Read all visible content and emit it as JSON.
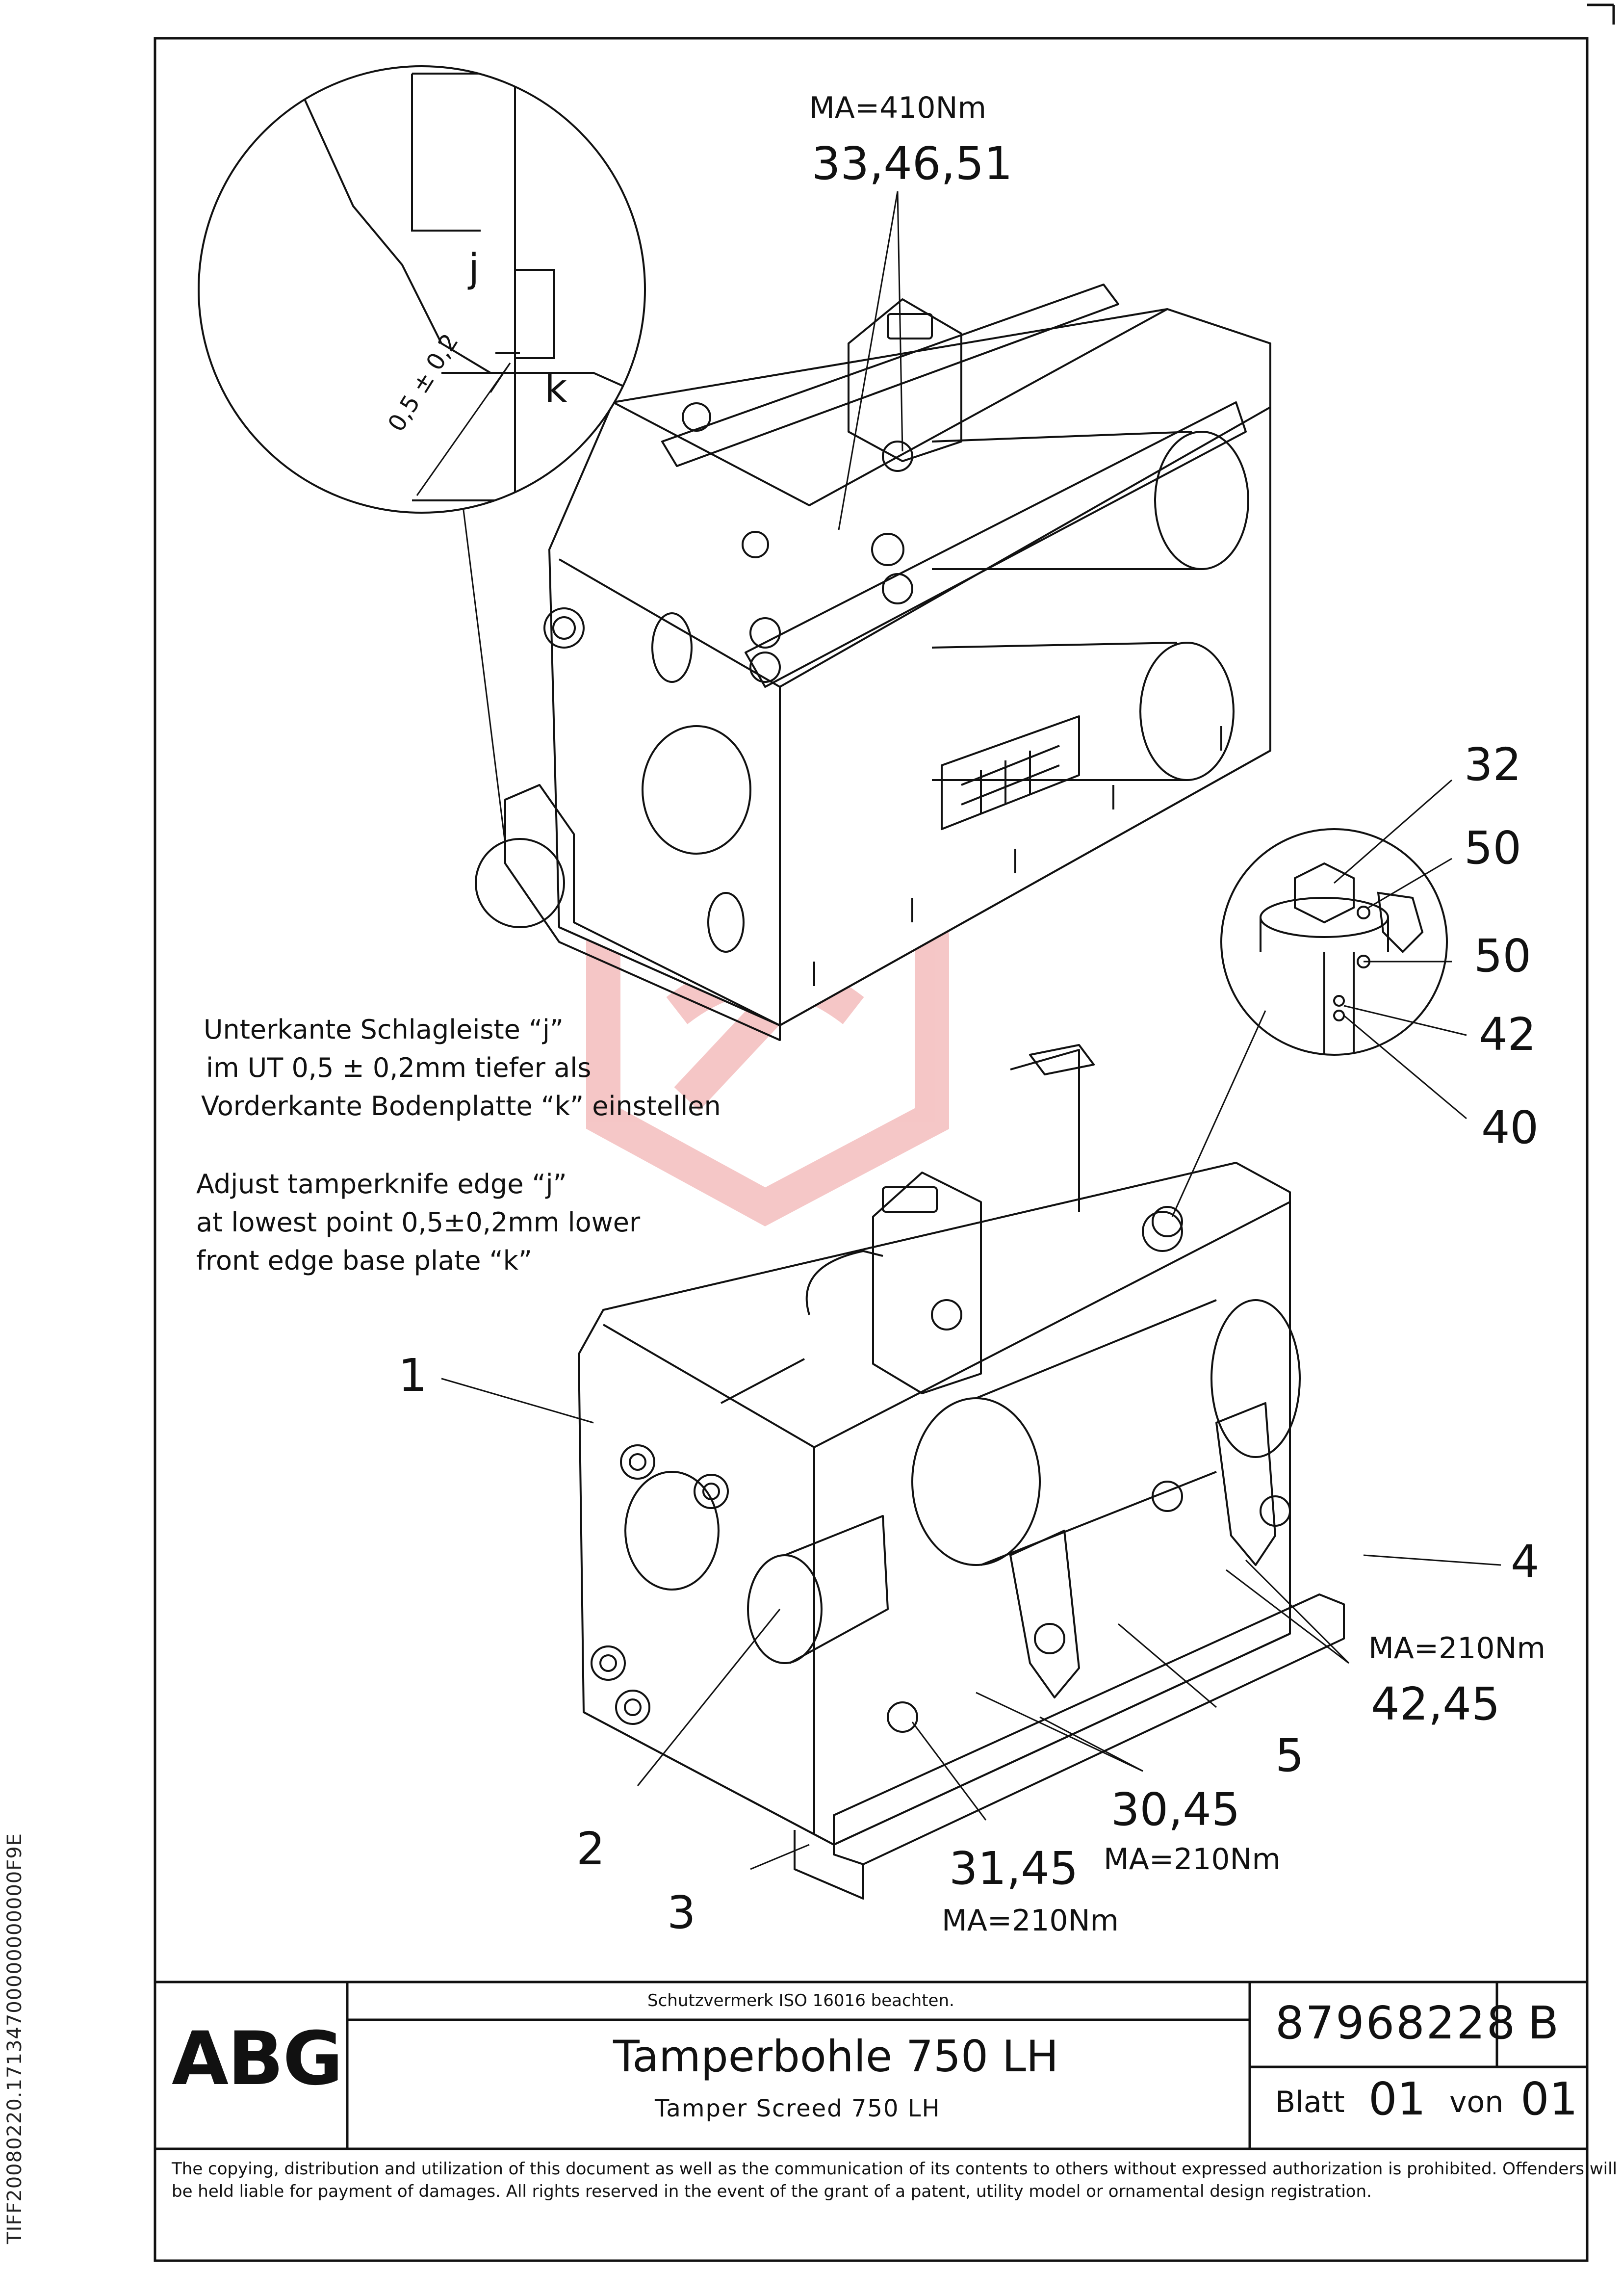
{
  "side_code": "TIFF20080220.17134700000000000F9E",
  "callouts": {
    "torque_410": "MA=410Nm",
    "items_33_46_51": "33,46,51",
    "detail_j": "j",
    "detail_k": "k",
    "detail_tol": "0,5 ± 0,2",
    "item_32": "32",
    "item_50a": "50",
    "item_50b": "50",
    "item_42": "42",
    "item_40": "40",
    "item_1": "1",
    "item_4": "4",
    "torque_210_a": "MA=210Nm",
    "items_42_45": "42,45",
    "item_5": "5",
    "items_30_45": "30,45",
    "torque_210_b": "MA=210Nm",
    "items_31_45": "31,45",
    "torque_210_c": "MA=210Nm",
    "item_2": "2",
    "item_3": "3"
  },
  "notes": {
    "de_line1": "Unterkante Schlagleiste “j”",
    "de_line2": "im UT 0,5 ± 0,2mm tiefer als",
    "de_line3": "Vorderkante Bodenplatte “k” einstellen",
    "en_line1": "Adjust tamperknife edge “j”",
    "en_line2": "at lowest point  0,5±0,2mm lower",
    "en_line3": "front edge base plate “k”"
  },
  "title_block": {
    "logo": "ABG",
    "protection_note": "Schutzvermerk ISO 16016 beachten.",
    "title_de": "Tamperbohle 750 LH",
    "title_en": "Tamper Screed 750 LH",
    "doc_number": "87968228",
    "revision": "B",
    "sheet_label": "Blatt",
    "sheet_number": "01",
    "of_label": "von",
    "sheet_total": "01",
    "legal": "The copying, distribution and utilization of this document as well as the communication of its contents to others without expressed authorization is prohibited. Offenders will be held liable for payment of damages. All rights reserved in the event of the grant of a patent, utility model or ornamental design registration."
  },
  "colors": {
    "line": "#111111",
    "watermark": "#f2b4b4"
  }
}
